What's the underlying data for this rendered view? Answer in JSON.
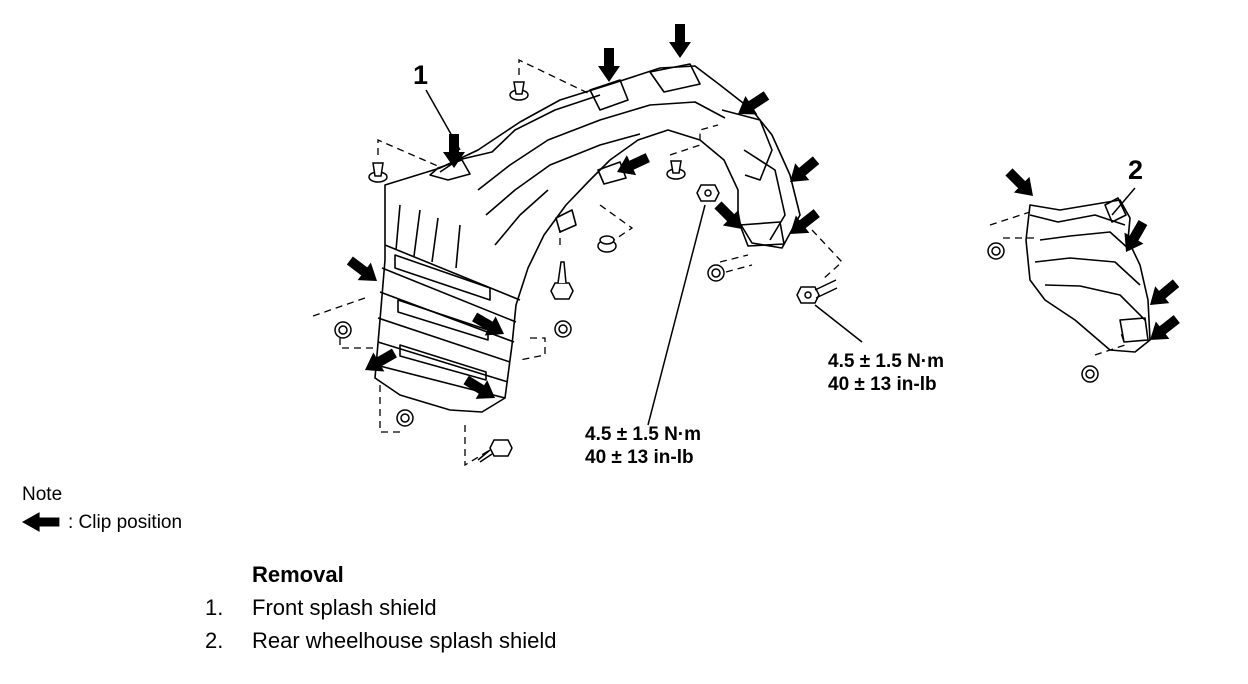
{
  "callouts": {
    "front": "1",
    "rear": "2"
  },
  "torque_front": {
    "value": "4.5 ± 1.5 N·m",
    "imperial": "40 ± 13 in-lb"
  },
  "torque_rear": {
    "value": "4.5 ± 1.5 N·m",
    "imperial": "40 ± 13 in-lb"
  },
  "note": {
    "heading": "Note",
    "legend": ": Clip position",
    "legend_icon": "left-arrow-icon"
  },
  "removal": {
    "title": "Removal",
    "items": [
      {
        "num": "1.",
        "label": "Front splash shield"
      },
      {
        "num": "2.",
        "label": "Rear wheelhouse splash shield"
      }
    ]
  }
}
